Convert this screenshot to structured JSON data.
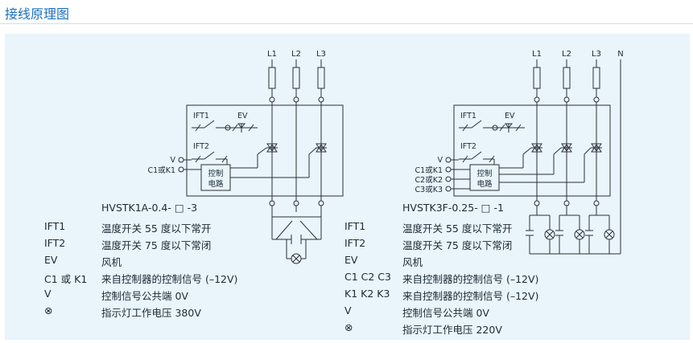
{
  "title": "接线原理图",
  "colors": {
    "title": "#1a6fc0",
    "panel": "#e9f4fb",
    "line": "#2a2f35"
  },
  "left": {
    "phases": [
      "L1",
      "L2",
      "L3"
    ],
    "box_labels": {
      "ift1": "IFT1",
      "ev": "EV",
      "ift2": "IFT2",
      "v": "V",
      "c1k1": "C1或K1",
      "ctrl1": "控制",
      "ctrl2": "电路"
    },
    "model": "HVSTK1A-0.4- □ -3",
    "legend": [
      {
        "k": "IFT1",
        "v": "温度开关 55 度以下常开"
      },
      {
        "k": "IFT2",
        "v": "温度开关 75 度以下常闭"
      },
      {
        "k": "EV",
        "v": "风机"
      },
      {
        "k": "C1 或 K1",
        "v": "来自控制器的控制信号 (–12V)"
      },
      {
        "k": "V",
        "v": "控制信号公共端 0V"
      },
      {
        "k": "⊗",
        "v": "指示灯工作电压 380V"
      }
    ]
  },
  "right": {
    "phases": [
      "L1",
      "L2",
      "L3",
      "N"
    ],
    "box_labels": {
      "ift1": "IFT1",
      "ev": "EV",
      "ift2": "IFT2",
      "v": "V",
      "c1k1": "C1或K1",
      "c2k2": "C2或K2",
      "c3k3": "C3或K3",
      "ctrl1": "控制",
      "ctrl2": "电路"
    },
    "model": "HVSTK3F-0.25- □ -1",
    "legend": [
      {
        "k": "IFT1",
        "v": "温度开关 55 度以下常开"
      },
      {
        "k": "IFT2",
        "v": "温度开关 75 度以下常闭"
      },
      {
        "k": "EV",
        "v": "风机"
      },
      {
        "k": "C1 C2 C3",
        "v": "来自控制器的控制信号 (–12V)"
      },
      {
        "k": "K1 K2 K3",
        "v": "来自控制器的控制信号 (–12V)"
      },
      {
        "k": "V",
        "v": "控制信号公共端 0V"
      },
      {
        "k": "⊗",
        "v": "指示灯工作电压 220V"
      }
    ]
  }
}
